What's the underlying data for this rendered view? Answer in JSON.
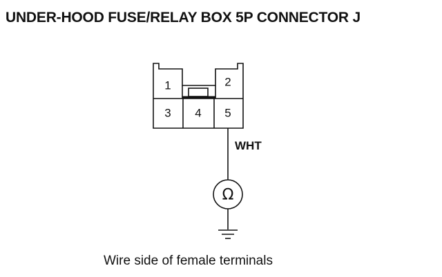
{
  "title": "UNDER-HOOD FUSE/RELAY BOX 5P CONNECTOR J",
  "connector": {
    "pins": [
      "1",
      "2",
      "3",
      "4",
      "5"
    ]
  },
  "wire": {
    "color_label": "WHT"
  },
  "meter": {
    "symbol": "Ω",
    "icon": "ohmmeter-icon"
  },
  "ground": {
    "icon": "ground-icon"
  },
  "caption": "Wire side of female terminals"
}
